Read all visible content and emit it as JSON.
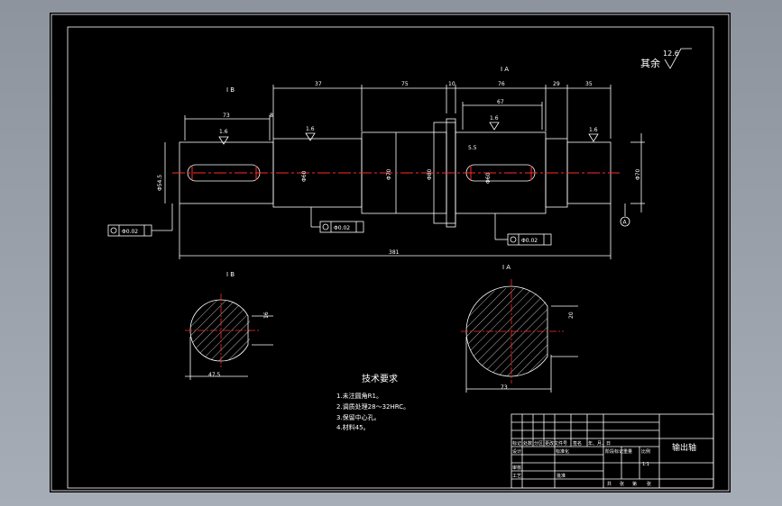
{
  "roughness": {
    "label": "其余",
    "value": "12.6",
    "marks": [
      "1.6",
      "1.6",
      "1.6",
      "1.6"
    ]
  },
  "section_labels": {
    "b": "Ⅰ B",
    "a": "Ⅰ A",
    "section_b": "Ⅰ B",
    "section_a": "Ⅰ A"
  },
  "dimensions": {
    "top": [
      "37",
      "75",
      "10",
      "76",
      "29",
      "35"
    ],
    "keyway_b": "73",
    "keyway_b_end": "8",
    "keyway_a": "67",
    "collar": "5.5",
    "overall": "381",
    "dia_left": "Φ54.5",
    "dia_marks": [
      "Φ60",
      "Φ70",
      "Φ80",
      "Φ60",
      "Φ70"
    ],
    "sec_b_width": "47.5",
    "sec_a_width": "73",
    "sec_b_key": "16",
    "sec_a_key": "20"
  },
  "tolerances": {
    "t1": "Φ0.02",
    "t2": "Φ0.02",
    "t3": "Φ0.02",
    "datum": "A"
  },
  "tech_requirements": {
    "title": "技术要求",
    "items": [
      "1.未注圆角R1。",
      "2.调质处理28～32HRC。",
      "3.保留中心孔。",
      "4.材料45。"
    ]
  },
  "title_block": {
    "part_name": "输出轴",
    "cells": [
      "标记",
      "处数",
      "分区",
      "更改文件号",
      "签名",
      "年、月、日",
      "设计",
      "标准化",
      "审核",
      "工艺",
      "批准",
      "阶段标记",
      "重量",
      "比例",
      "1:1",
      "共",
      "张",
      "第",
      "张"
    ]
  }
}
